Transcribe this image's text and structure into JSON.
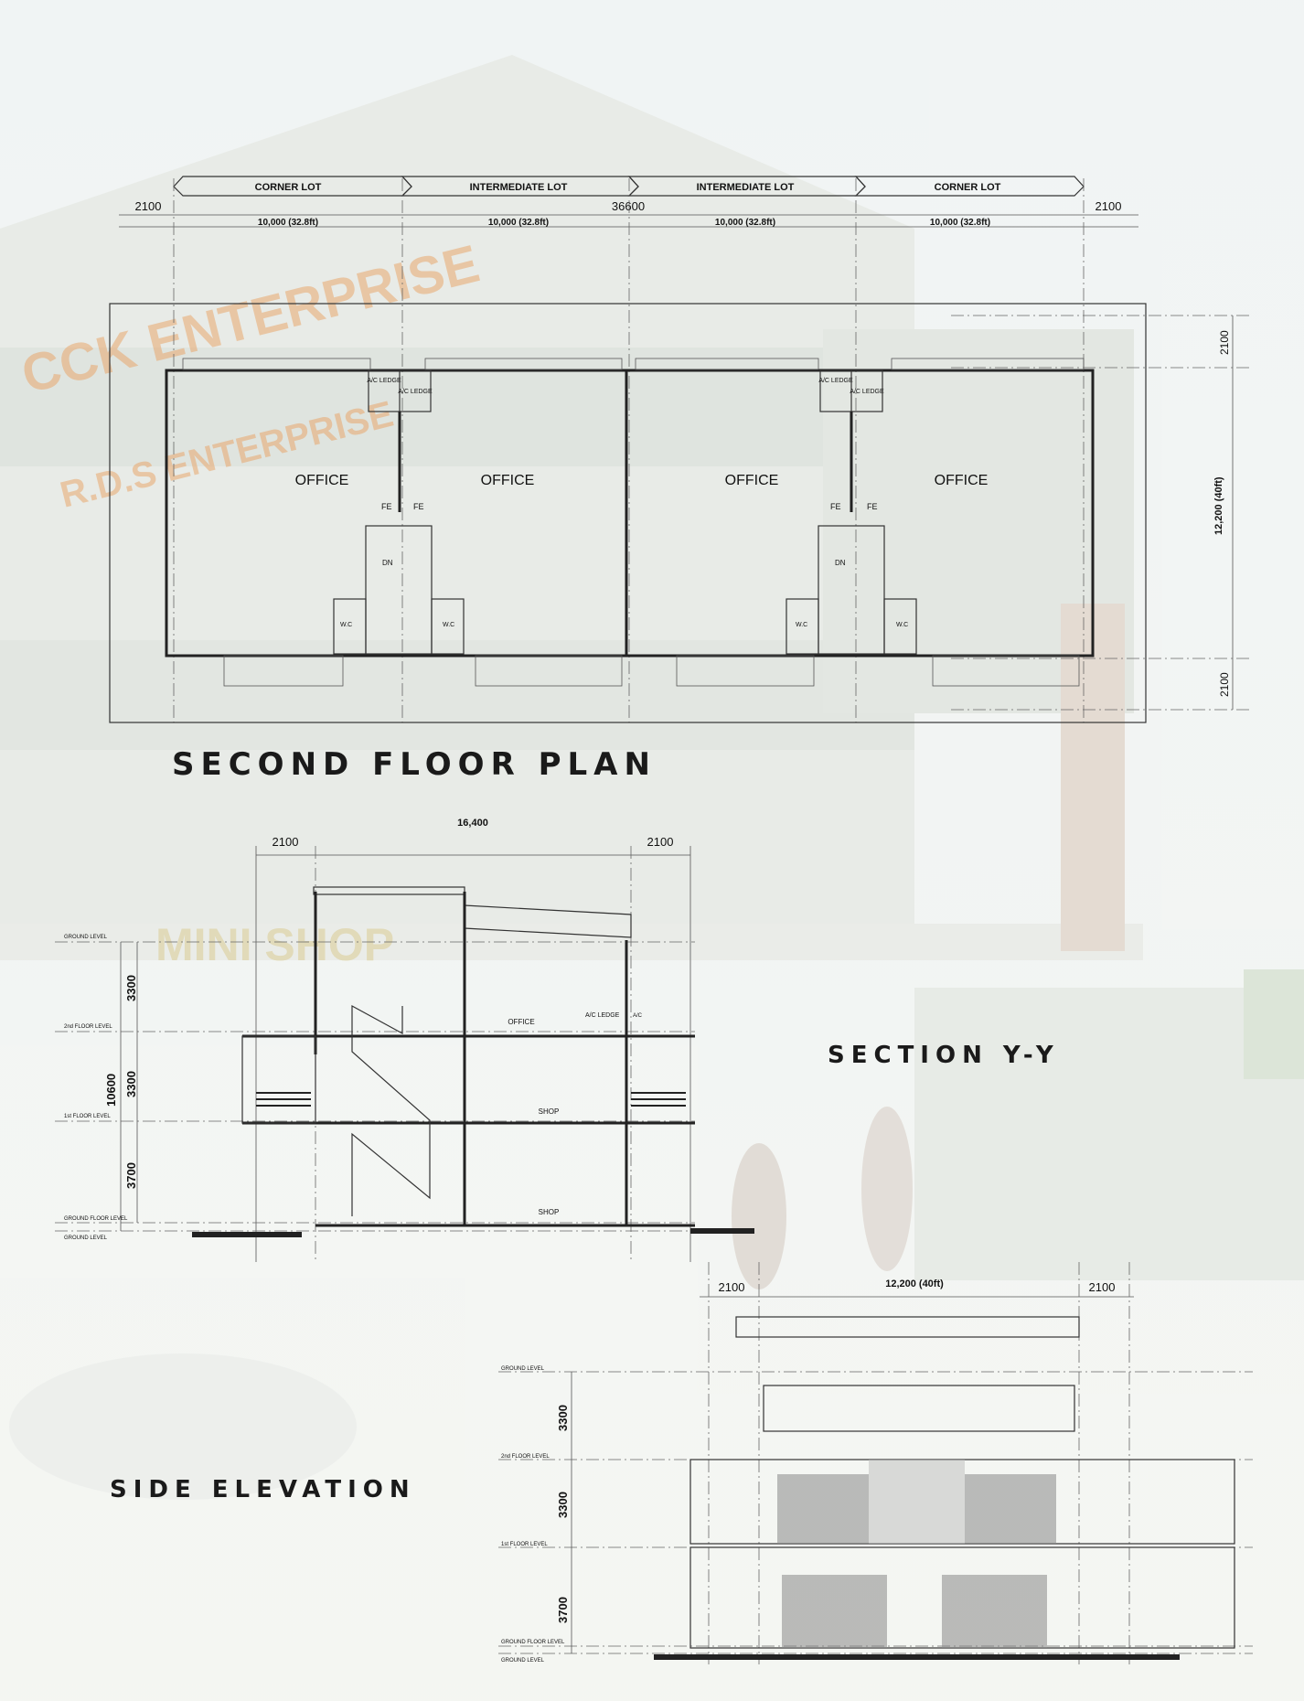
{
  "background": {
    "signage": [
      "CCK ENTERPRISE",
      "R.D.S ENTERPRISE",
      "MINI SHOP"
    ]
  },
  "floor_plan": {
    "title": "SECOND FLOOR PLAN",
    "lots": [
      "CORNER LOT",
      "INTERMEDIATE LOT",
      "INTERMEDIATE LOT",
      "CORNER LOT"
    ],
    "total_width": "36600",
    "setback_left": "2100",
    "setback_right": "2100",
    "lot_widths": [
      "10,000 (32.8ft)",
      "10,000 (32.8ft)",
      "10,000 (32.8ft)",
      "10,000 (32.8ft)"
    ],
    "depth": "12,200 (40ft)",
    "setback_top": "2100",
    "setback_bottom": "2100",
    "rooms": [
      "OFFICE",
      "OFFICE",
      "OFFICE",
      "OFFICE"
    ],
    "ac_ledge": "A/C LEDGE",
    "fe": "FE",
    "dn": "DN",
    "wc": "W.C"
  },
  "section": {
    "title": "SECTION Y-Y",
    "total_width": "16,400",
    "setback_left": "2100",
    "setback_right": "2100",
    "total_height": "10600",
    "floor_heights": [
      "3300",
      "3300",
      "3700"
    ],
    "levels": [
      "GROUND LEVEL",
      "2nd FLOOR LEVEL",
      "1st FLOOR LEVEL",
      "GROUND FLOOR LEVEL",
      "GROUND LEVEL"
    ],
    "rooms": [
      "OFFICE",
      "SHOP",
      "SHOP"
    ],
    "ac_ledge": "A/C LEDGE",
    "ac": "A/C"
  },
  "elevation": {
    "title": "SIDE ELEVATION",
    "total_width": "12,200 (40ft)",
    "setback_left": "2100",
    "setback_right": "2100",
    "floor_heights": [
      "3300",
      "3300",
      "3700"
    ],
    "levels": [
      "GROUND LEVEL",
      "2nd FLOOR LEVEL",
      "1st FLOOR LEVEL",
      "GROUND FLOOR LEVEL",
      "GROUND LEVEL"
    ]
  },
  "colors": {
    "paper": "#f4f6f3",
    "ink": "#1a1a1a",
    "signage": "#e8a060"
  }
}
